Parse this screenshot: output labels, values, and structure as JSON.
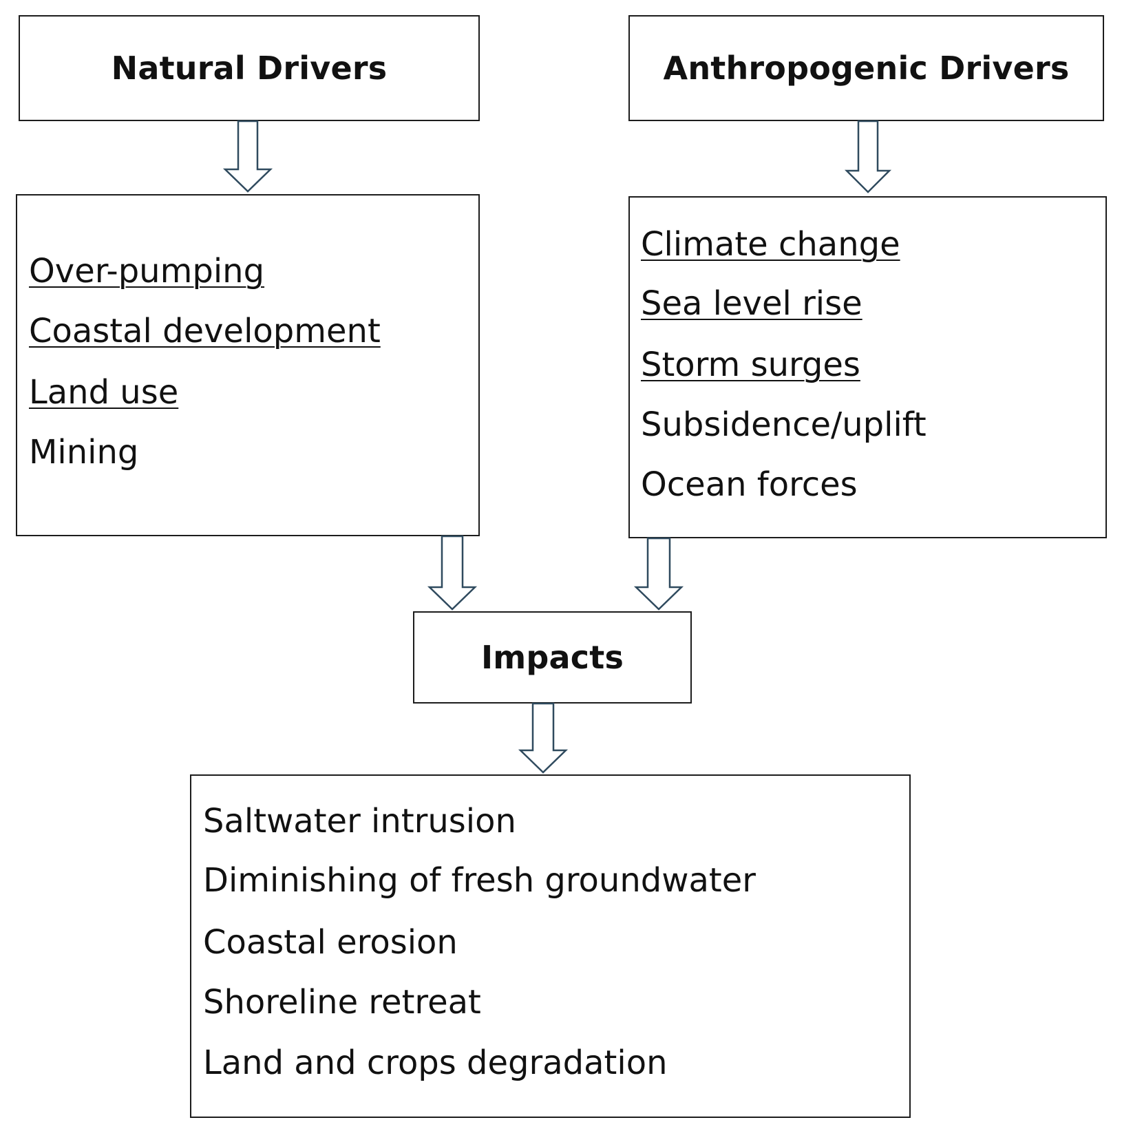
{
  "natural": {
    "title": "Natural Drivers",
    "items": [
      {
        "label": "Over-pumping",
        "underlined": true
      },
      {
        "label": "Coastal development",
        "underlined": true
      },
      {
        "label": "Land use",
        "underlined": true
      },
      {
        "label": "Mining",
        "underlined": false
      }
    ]
  },
  "anthropogenic": {
    "title": "Anthropogenic Drivers",
    "items": [
      {
        "label": "Climate change",
        "underlined": true
      },
      {
        "label": "Sea level rise",
        "underlined": true
      },
      {
        "label": "Storm surges",
        "underlined": true
      },
      {
        "label": "Subsidence/uplift",
        "underlined": false
      },
      {
        "label": "Ocean forces",
        "underlined": false
      }
    ]
  },
  "impacts": {
    "title": "Impacts",
    "items": [
      {
        "label": "Saltwater intrusion"
      },
      {
        "label": "Diminishing of fresh groundwater"
      },
      {
        "label": "Coastal erosion"
      },
      {
        "label": "Shoreline retreat"
      },
      {
        "label": "Land and crops degradation"
      }
    ]
  },
  "colors": {
    "arrow_stroke": "#2f4a5e",
    "box_border": "#1c1c1c"
  }
}
